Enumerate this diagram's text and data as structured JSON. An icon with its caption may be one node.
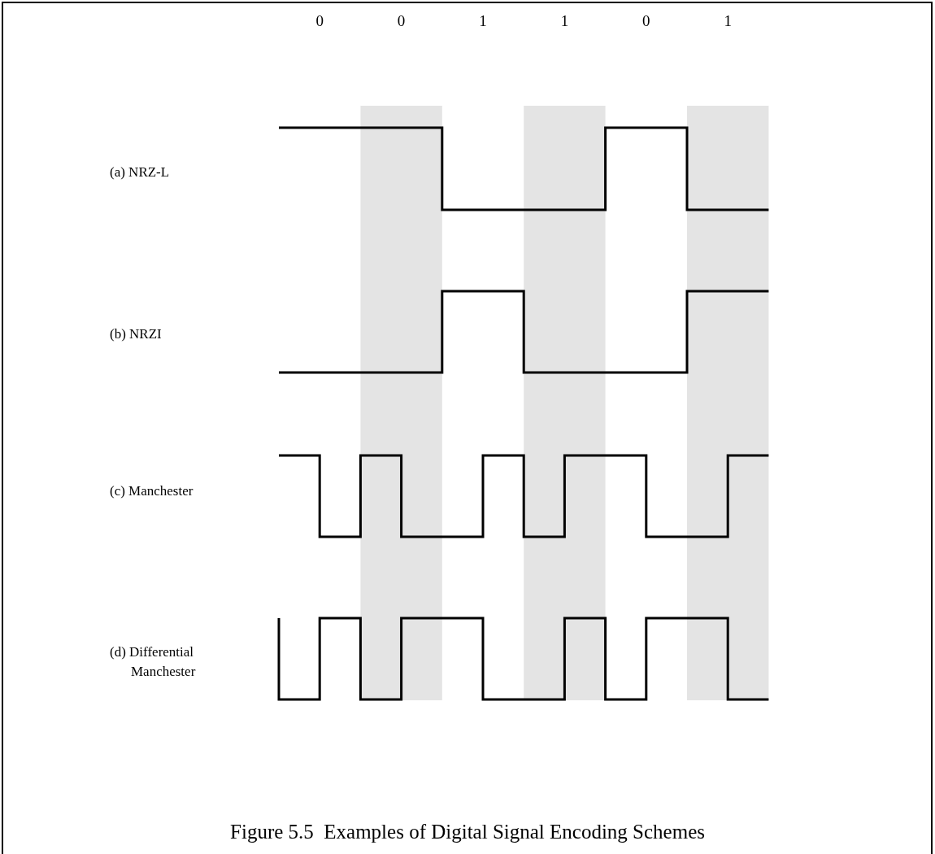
{
  "diagram": {
    "caption": "Figure 5.5  Examples of Digital Signal Encoding Schemes",
    "labels": [
      "0",
      "0",
      "1",
      "1",
      "0",
      "1",
      "(a) NRZ-L",
      "(b) NRZI",
      "(c) Manchester",
      "(d) Differential Manchester"
    ]
  }
}
